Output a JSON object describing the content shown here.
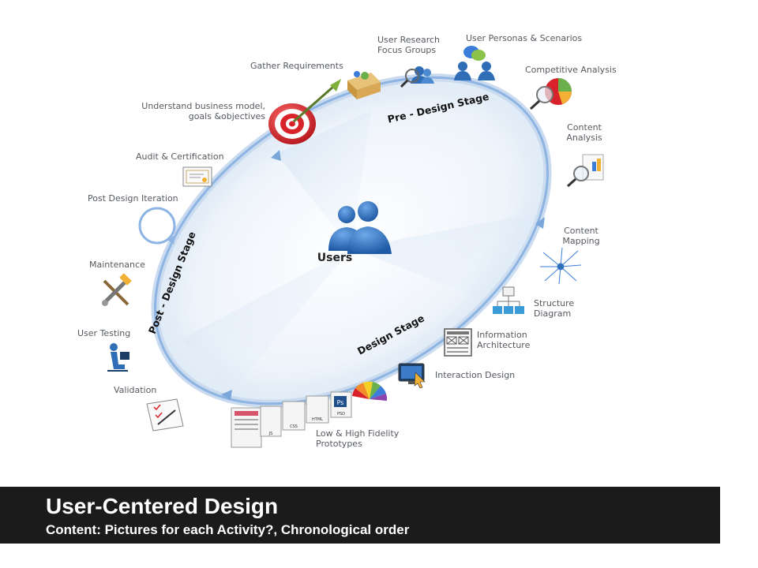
{
  "diagram": {
    "center_label": "Users",
    "stages": {
      "pre": "Pre - Design Stage",
      "design": "Design Stage",
      "post": "Post - Design Stage"
    },
    "activities": {
      "gather_requirements": "Gather Requirements",
      "user_research_1": "User Research",
      "user_research_2": "Focus Groups",
      "user_personas": "User Personas & Scenarios",
      "competitive_analysis": "Competitive  Analysis",
      "content_analysis_1": "Content",
      "content_analysis_2": "Analysis",
      "content_mapping_1": "Content",
      "content_mapping_2": "Mapping",
      "structure_diagram_1": "Structure",
      "structure_diagram_2": "Diagram",
      "information_architecture_1": "Information",
      "information_architecture_2": "Architecture",
      "interaction_design": "Interaction Design",
      "prototypes_1": "Low & High Fidelity",
      "prototypes_2": "Prototypes",
      "validation": "Validation",
      "user_testing": "User Testing",
      "maintenance": "Maintenance",
      "post_design_iteration": "Post Design Iteration",
      "audit_certification": "Audit & Certification",
      "understand_business_1": "Understand business model,",
      "understand_business_2": "goals &objectives"
    },
    "file_tags": {
      "js": "JS",
      "css": "CSS",
      "html": "HTML",
      "psd": "PSD",
      "ps": "Ps"
    }
  },
  "footer": {
    "title": "User-Centered Design",
    "subtitle": "Content: Pictures for each Activity?, Chronological order"
  },
  "colors": {
    "ring": "#8db4e2",
    "icon_blue": "#2f6db6",
    "footer_bg": "#1b1b1b",
    "target_red": "#d8232a"
  }
}
